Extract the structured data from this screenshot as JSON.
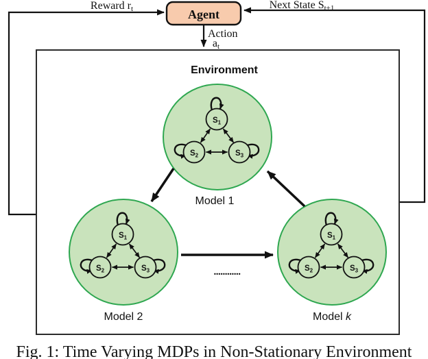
{
  "agent": {
    "label": "Agent"
  },
  "signals": {
    "reward": {
      "base": "Reward r",
      "sub": "t"
    },
    "next_state": {
      "base": "Next State S",
      "sub": "t+1"
    },
    "action": {
      "label": "Action",
      "symbol_base": "a",
      "symbol_sub": "t"
    }
  },
  "environment": {
    "label": "Environment",
    "ellipsis": "............",
    "models": [
      {
        "label": "Model 1",
        "label_italic": "",
        "states": [
          {
            "base": "S",
            "sub": "1"
          },
          {
            "base": "S",
            "sub": "2"
          },
          {
            "base": "S",
            "sub": "3"
          }
        ]
      },
      {
        "label": "Model 2",
        "label_italic": "",
        "states": [
          {
            "base": "S",
            "sub": "1"
          },
          {
            "base": "S",
            "sub": "2"
          },
          {
            "base": "S",
            "sub": "3"
          }
        ]
      },
      {
        "label": "Model ",
        "label_italic": "k",
        "states": [
          {
            "base": "S",
            "sub": "1"
          },
          {
            "base": "S",
            "sub": "2"
          },
          {
            "base": "S",
            "sub": "3"
          }
        ]
      }
    ]
  },
  "caption": "Fig. 1: Time Varying MDPs in Non-Stationary Environment",
  "colors": {
    "agent_fill": "#F8CBAD",
    "model_fill": "#C9E3BC",
    "model_stroke": "#2EA750",
    "line": "#111111"
  }
}
